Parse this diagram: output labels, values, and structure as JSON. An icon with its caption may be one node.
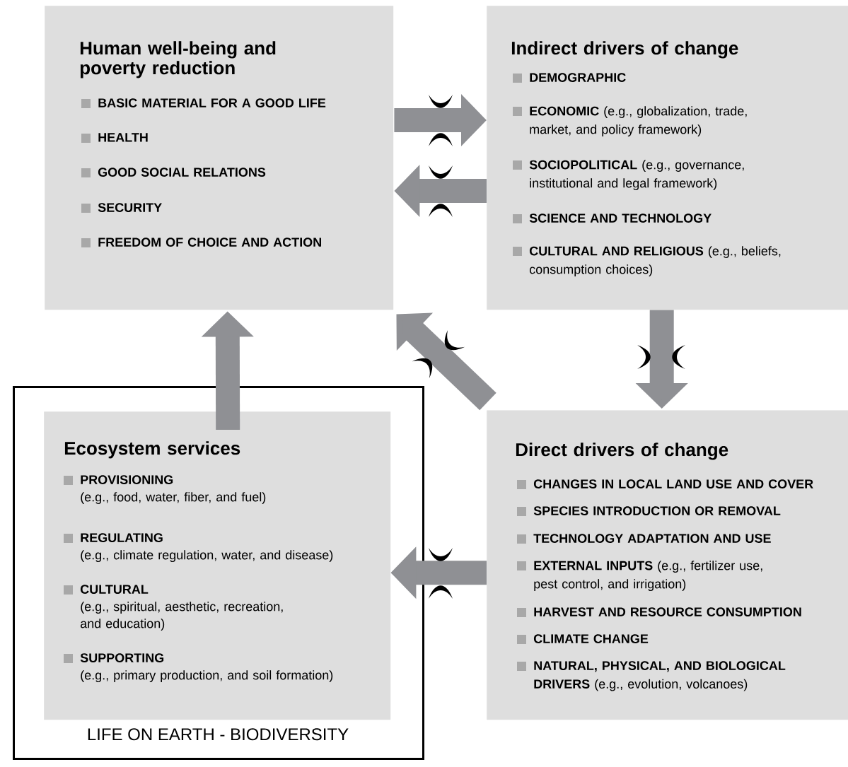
{
  "diagram": {
    "nodes": [
      {
        "text": [
          "Human well-being and poverty reduction",
          "BASIC MATERIAL FOR A GOOD LIFE",
          "HEALTH",
          "GOOD SOCIAL RELATIONS",
          "SECURITY",
          "FREEDOM OF CHOICE AND ACTION"
        ]
      },
      {
        "text": [
          "Indirect drivers of change",
          "DEMOGRAPHIC",
          "**ECONOMIC** (e.g., globalization, trade, market, and policy framework)",
          "**SOCIOPOLITICAL** (e.g., governance, institutional and legal framework)",
          "SCIENCE AND TECHNOLOGY",
          "**CULTURAL AND RELIGIOUS** (e.g., beliefs, consumption choices)"
        ]
      },
      {
        "text": [
          "LIFE ON EARTH - BIODIVERSITY"
        ]
      },
      {
        "text": [
          "Ecosystem services",
          "PROVISIONING",
          "(e.g., food, water, fiber, and fuel)",
          "REGULATING",
          "(e.g., climate regulation, water, and disease)",
          "CULTURAL",
          "(e.g., spiritual, aesthetic, recreation, and education)",
          "SUPPORTING",
          "(e.g., primary production, and soil formation)"
        ],
        "in": 2
      },
      {
        "text": [
          "Direct drivers of change",
          "CHANGES IN LOCAL LAND USE AND COVER",
          "SPECIES INTRODUCTION OR REMOVAL",
          "TECHNOLOGY ADAPTATION AND USE",
          "**EXTERNAL INPUTS** (e.g., fertilizer use, pest control, and irrigation)",
          "HARVEST AND RESOURCE CONSUMPTION",
          "CLIMATE CHANGE",
          "**NATURAL, PHYSICAL, AND BIOLOGICAL DRIVERS** (e.g., evolution, volcanoes)"
        ]
      }
    ],
    "edges": [
      {
        "from": 0,
        "to": 1,
        "arrow": "to"
      },
      {
        "from": 1,
        "to": 0,
        "arrow": "to"
      },
      {
        "from": 1,
        "to": 4,
        "arrow": "to"
      },
      {
        "from": 4,
        "to": 0,
        "arrow": "to"
      },
      {
        "from": 4,
        "to": 3,
        "arrow": "to"
      },
      {
        "from": 3,
        "to": 0,
        "arrow": "to"
      }
    ]
  }
}
